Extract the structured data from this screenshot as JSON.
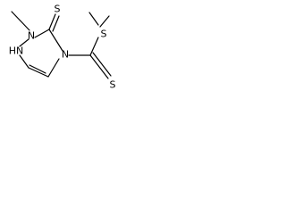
{
  "molecule": {
    "atoms": {
      "s_methyl": "S",
      "s_thione": "S",
      "n2": "N",
      "n1h": "HN",
      "n4": "N",
      "s_dithio": "S"
    }
  },
  "colors": {
    "bond": "#000000",
    "background": "#ffffff"
  }
}
